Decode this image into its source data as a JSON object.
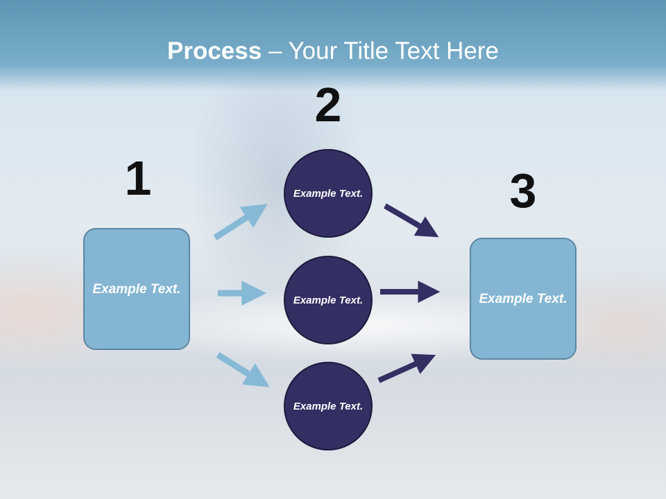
{
  "title": {
    "bold": "Process",
    "rest": " – Your Title Text Here"
  },
  "steps": {
    "one": "1",
    "two": "2",
    "three": "3"
  },
  "left_box": {
    "text": "Example Text."
  },
  "circles": [
    {
      "text": "Example Text."
    },
    {
      "text": "Example Text."
    },
    {
      "text": "Example Text."
    }
  ],
  "right_box": {
    "text": "Example Text."
  },
  "colors": {
    "header": "#6aa3c2",
    "box_fill": "#84b6d3",
    "circle_fill": "#332f63",
    "light_arrow": "#86b9d6",
    "dark_arrow": "#332f63"
  }
}
